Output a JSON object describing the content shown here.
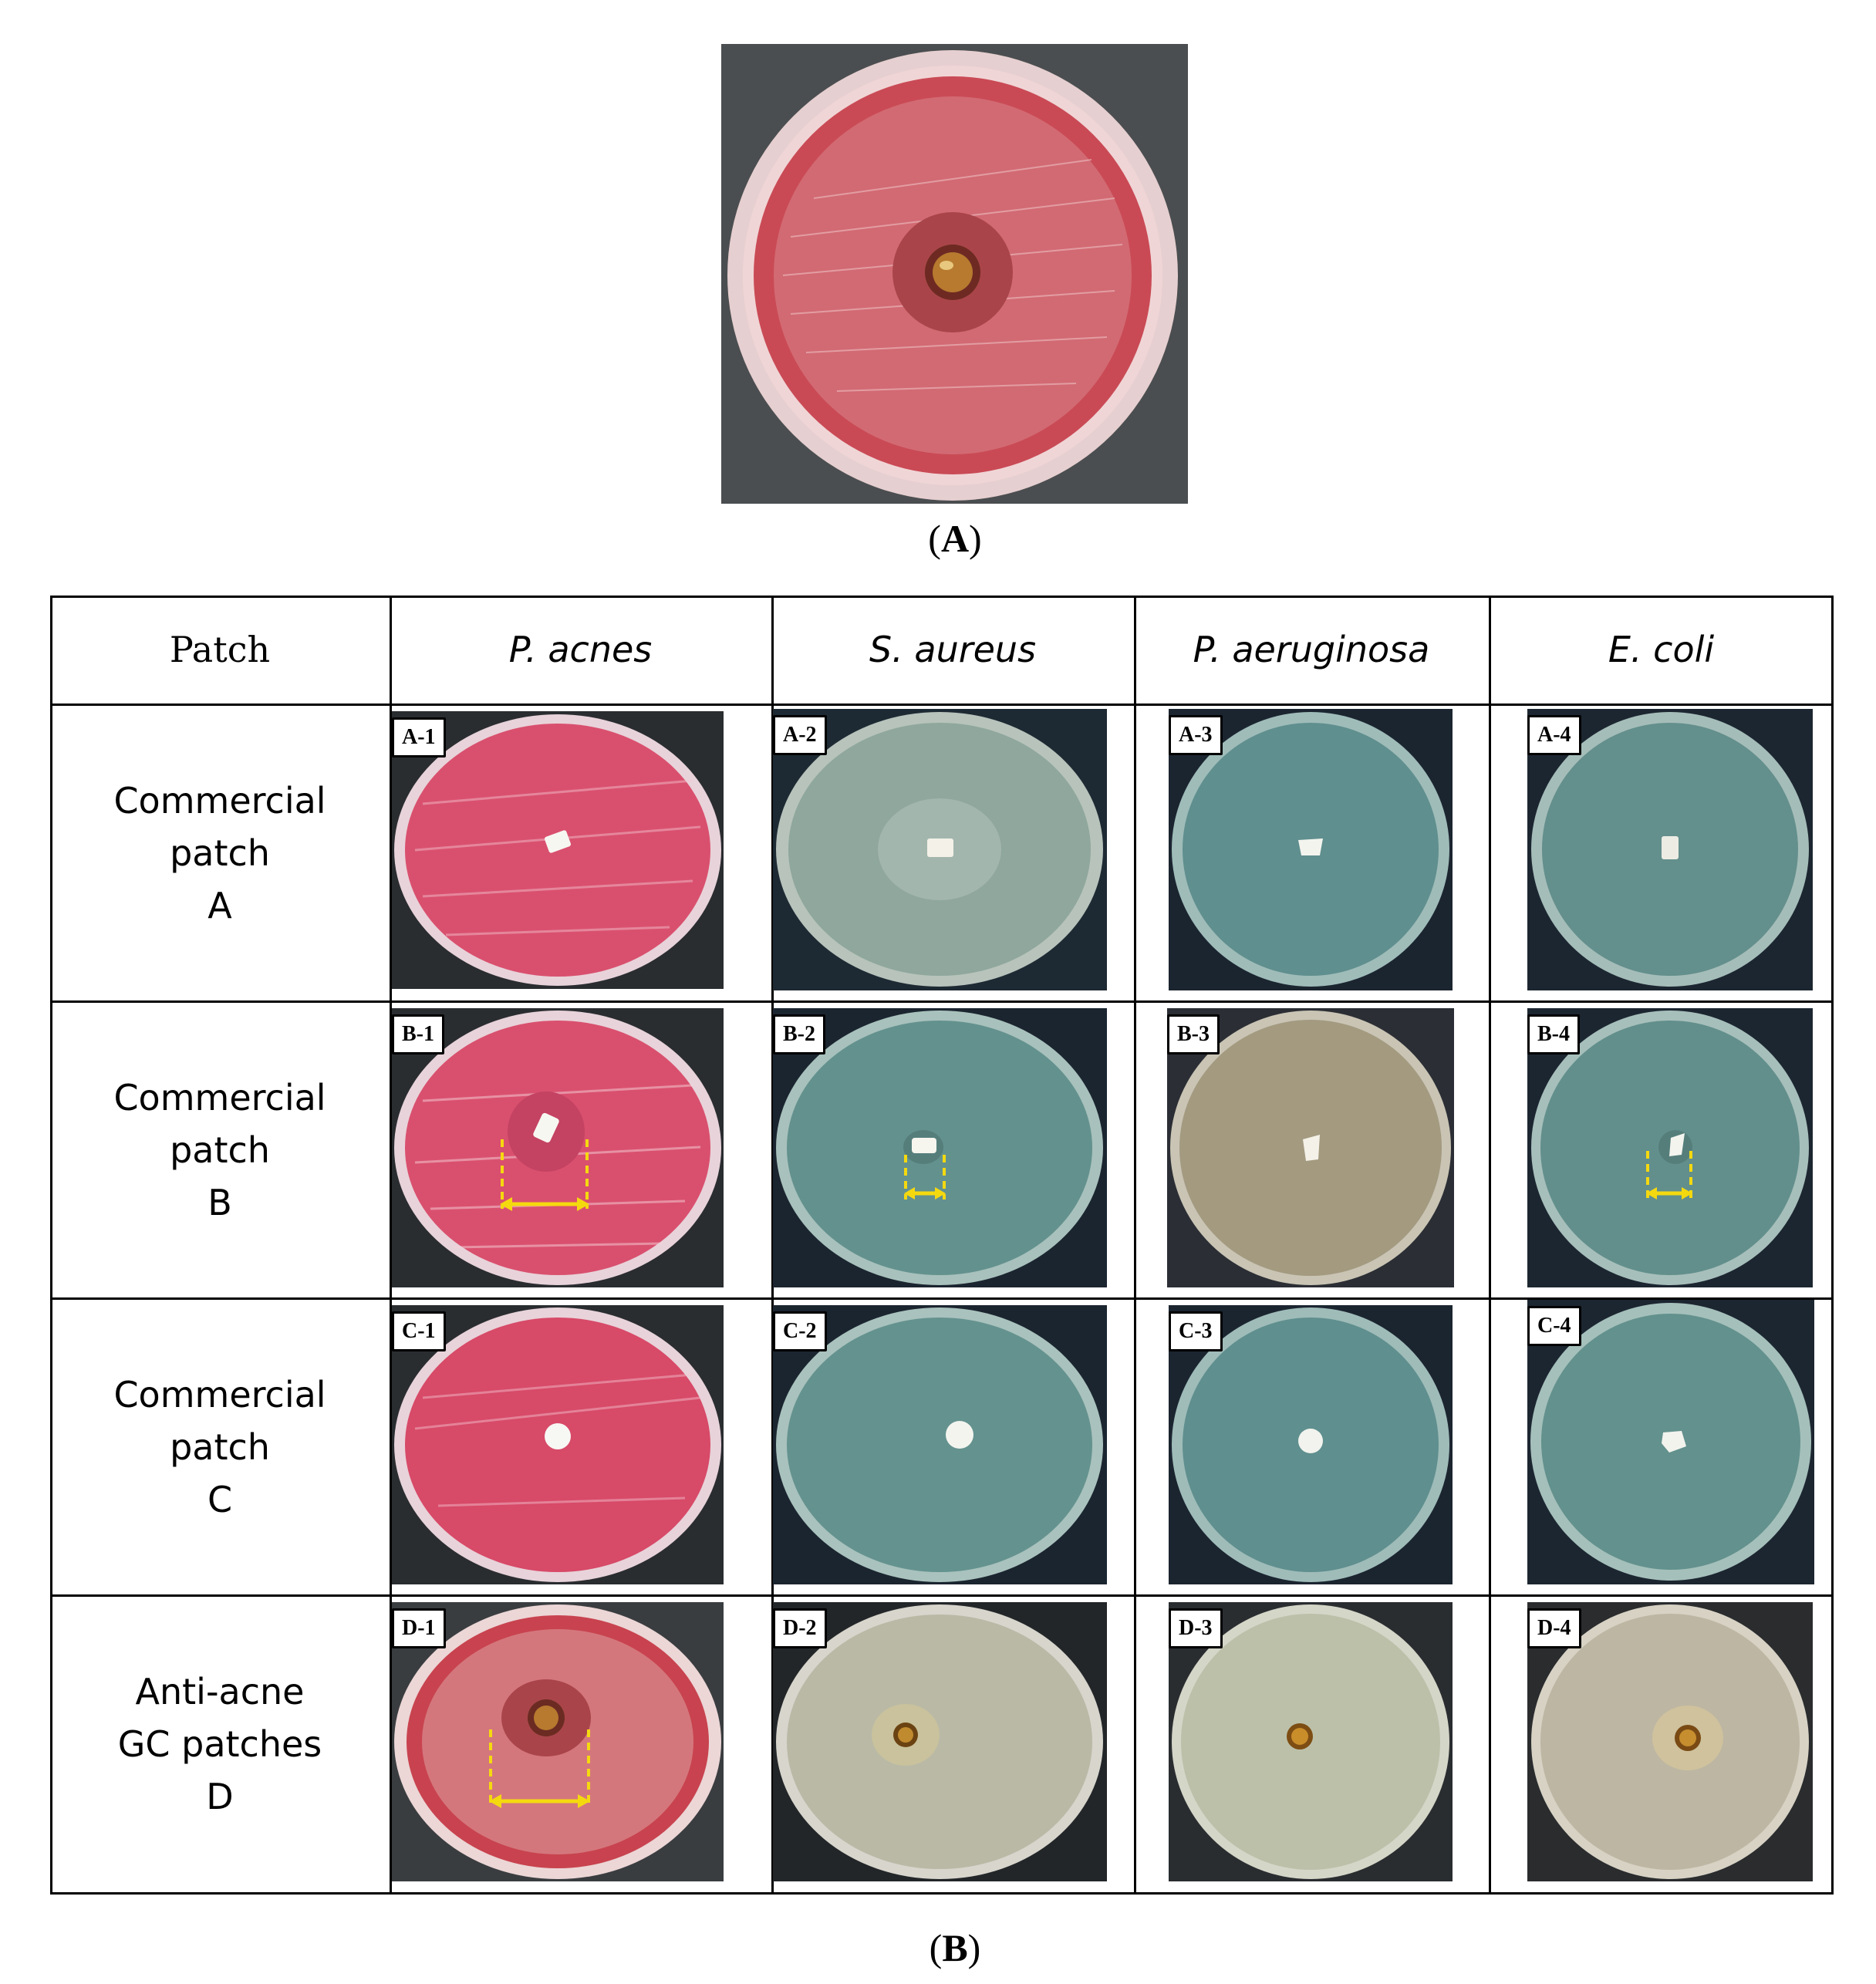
{
  "panel_a": {
    "caption_open": "(",
    "caption_letter": "A",
    "caption_close": ")"
  },
  "panel_b": {
    "caption_open": "(",
    "caption_letter": "B",
    "caption_close": ")",
    "headers": [
      "Patch",
      "P. acnes",
      "S. aureus",
      "P. aeruginosa",
      "E. coli"
    ],
    "rows": [
      {
        "label_lines": [
          "Commercial",
          "patch",
          "A"
        ],
        "tags": [
          "A-1",
          "A-2",
          "A-3",
          "A-4"
        ]
      },
      {
        "label_lines": [
          "Commercial",
          "patch",
          "B"
        ],
        "tags": [
          "B-1",
          "B-2",
          "B-3",
          "B-4"
        ]
      },
      {
        "label_lines": [
          "Commercial",
          "patch",
          "C"
        ],
        "tags": [
          "C-1",
          "C-2",
          "C-3",
          "C-4"
        ]
      },
      {
        "label_lines": [
          "Anti-acne",
          "GC patches",
          "D"
        ],
        "tags": [
          "D-1",
          "D-2",
          "D-3",
          "D-4"
        ]
      }
    ]
  },
  "colors": {
    "p_acnes_agar": "#d9506e",
    "blood_agar": "#c8434f",
    "teal_agar": "#5f8f8e",
    "tan_agar": "#a39a80",
    "pale_agar": "#b9b9a6",
    "arrow": "#f5d90f"
  }
}
